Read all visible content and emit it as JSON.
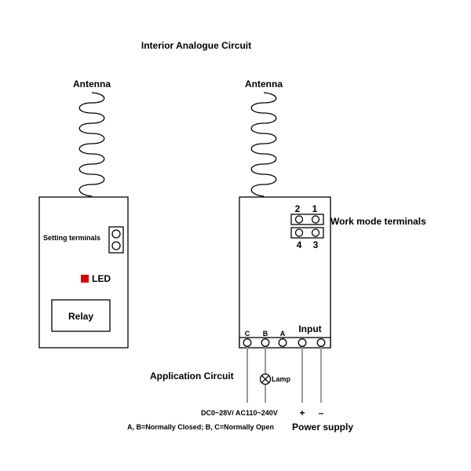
{
  "title": "Interior Analogue Circuit",
  "left_module": {
    "antenna_label": "Antenna",
    "setting_terminals_label": "Setting terminals",
    "led_label": "LED",
    "relay_label": "Relay"
  },
  "right_module": {
    "antenna_label": "Antenna",
    "work_mode_label": "Work mode terminals",
    "jumper_top_left": "2",
    "jumper_top_right": "1",
    "jumper_bottom_left": "4",
    "jumper_bottom_right": "3",
    "input_label": "Input",
    "terminal_c": "C",
    "terminal_b": "B",
    "terminal_a": "A"
  },
  "wiring": {
    "application_label": "Application Circuit",
    "lamp_label": "Lamp",
    "voltage_label": "DC0~28V/ AC110~240V",
    "plus_label": "+",
    "minus_label": "–",
    "contacts_note": "A, B=Normally Closed; B, C=Normally Open",
    "power_supply_label": "Power supply"
  },
  "colors": {
    "led": "#e00000",
    "line": "#000000",
    "wire": "#999999"
  }
}
